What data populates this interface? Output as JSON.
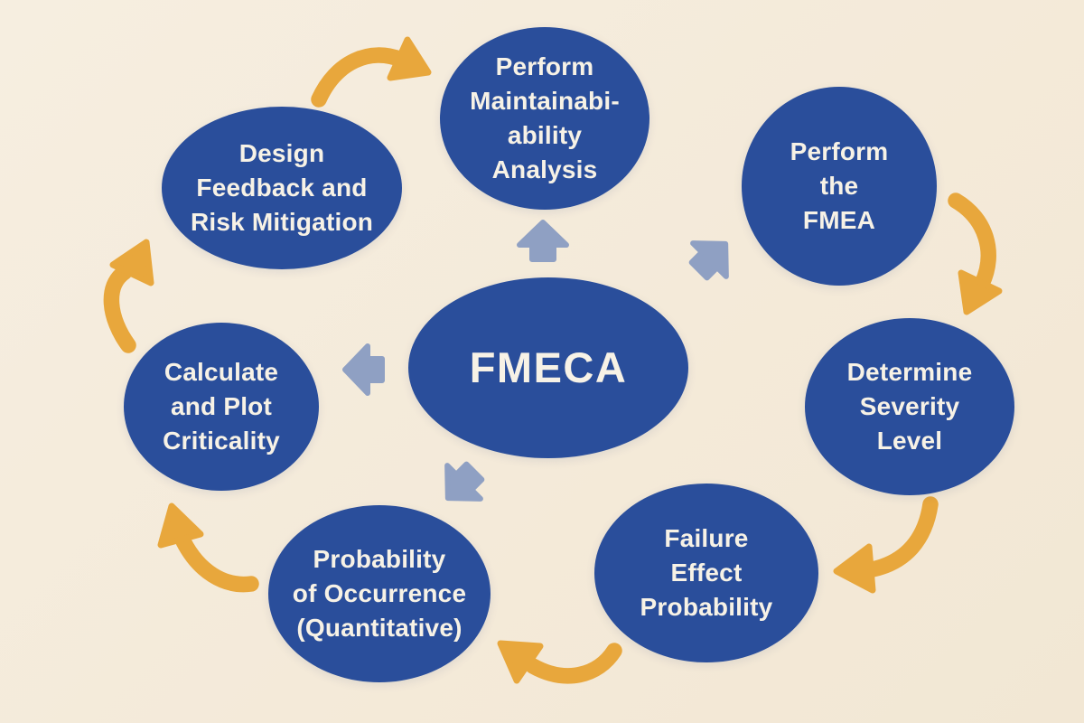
{
  "diagram": {
    "name": "FMECA process cycle",
    "palette": {
      "background": "#f4ead9",
      "node_fill": "#2a4e9b",
      "node_text": "#f7f2e6",
      "cycle_arrow": "#e8a73c",
      "center_arrow": "#8fa0c3"
    },
    "center": {
      "label": "FMECA"
    },
    "nodes": {
      "top": {
        "label": "Perform Maintainabi-ability Analysis",
        "lines": [
          "Perform",
          "Maintainabi-",
          "ability",
          "Analysis"
        ]
      },
      "top_right": {
        "label": "Perform the FMEA",
        "lines": [
          "Perform",
          "the",
          "FMEA"
        ]
      },
      "right": {
        "label": "Determine Severity Level",
        "lines": [
          "Determine",
          "Severity",
          "Level"
        ]
      },
      "bottom_right": {
        "label": "Failure Effect Probability",
        "lines": [
          "Failure",
          "Effect",
          "Probability"
        ]
      },
      "bottom_left": {
        "label": "Probability of Occurrence (Quantitative)",
        "lines": [
          "Probability",
          "of Occurrence",
          "(Quantitative)"
        ]
      },
      "left": {
        "label": "Calculate and Plot Criticality",
        "lines": [
          "Calculate",
          "and Plot",
          "Criticality"
        ]
      },
      "top_left": {
        "label": "Design Feedback and Risk Mitigation",
        "lines": [
          "Design",
          "Feedback and",
          "Risk Mitigation"
        ]
      }
    },
    "cycle_arrows": [
      {
        "from": "Design Feedback and Risk Mitigation",
        "to": "Perform Maintainabi-ability Analysis"
      },
      {
        "from": "Perform the FMEA",
        "to": "Determine Severity Level"
      },
      {
        "from": "Determine Severity Level",
        "to": "Failure Effect Probability"
      },
      {
        "from": "Failure Effect Probability",
        "to": "Probability of Occurrence (Quantitative)"
      },
      {
        "from": "Probability of Occurrence (Quantitative)",
        "to": "Calculate and Plot Criticality"
      },
      {
        "from": "Calculate and Plot Criticality",
        "to": "Design Feedback and Risk Mitigation"
      }
    ],
    "center_arrows": [
      {
        "from": "FMECA",
        "to": "Perform Maintainabi-ability Analysis",
        "direction": "up"
      },
      {
        "from": "FMECA",
        "to": "Perform the FMEA",
        "direction": "up-right"
      },
      {
        "from": "FMECA",
        "to": "Calculate and Plot Criticality",
        "direction": "left"
      },
      {
        "from": "FMECA",
        "to": "Probability of Occurrence (Quantitative)",
        "direction": "down-left"
      }
    ]
  }
}
